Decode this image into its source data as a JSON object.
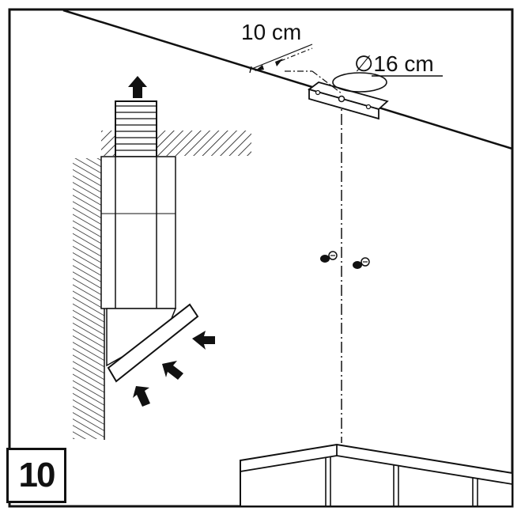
{
  "diagram": {
    "step_number": "10",
    "labels": {
      "distance": "10 cm",
      "diameter": "∅16 cm"
    }
  }
}
